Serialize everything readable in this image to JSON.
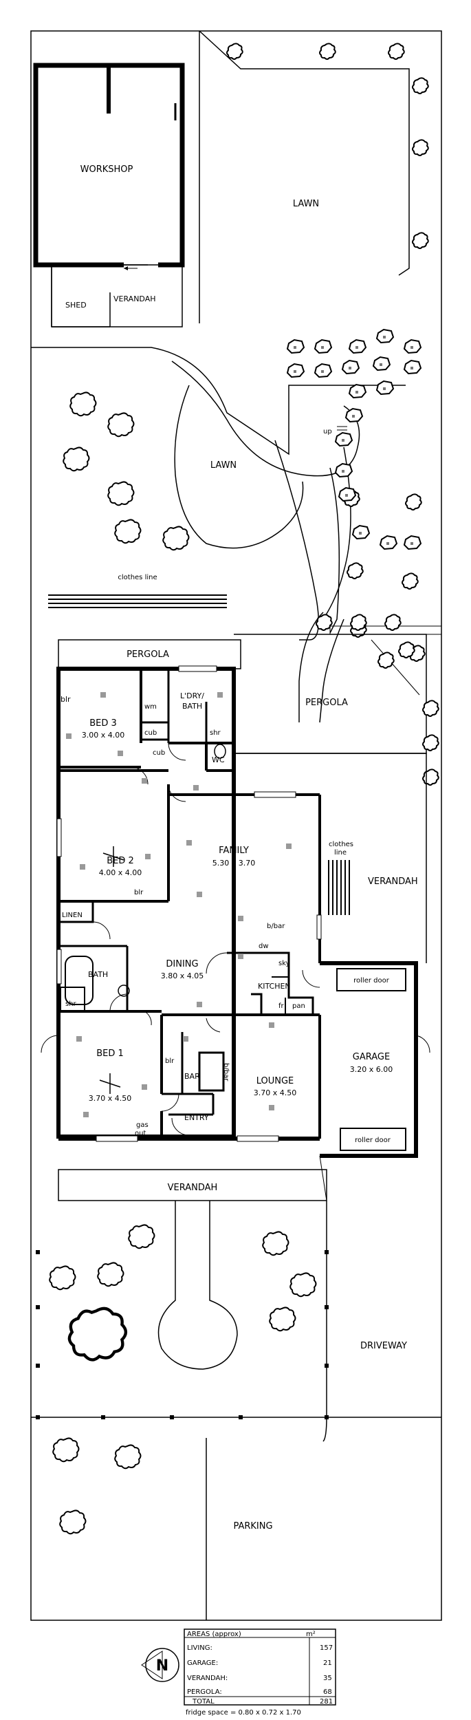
{
  "labels": {
    "workshop": "WORKSHOP",
    "lawn_top": "LAWN",
    "verandah_rear": "VERANDAH",
    "shed": "SHED",
    "lawn_mid": "LAWN",
    "up": "up",
    "clothes_line_top": "clothes\nline",
    "pergola_rear": "PERGOLA",
    "pergola_right": "PERGOLA",
    "bed3": "BED 3",
    "bed3_dim": "3.00 x 4.00",
    "ldry_bath": "L'DRY/\nBATH",
    "blr_bed3": "blr",
    "wm": "wm",
    "cub1": "cub",
    "cub2": "cub",
    "shr_ldry": "shr",
    "wc": "WC",
    "bed2": "BED 2",
    "bed2_dim": "4.00 x 4.00",
    "blr_bed2": "blr",
    "family": "FAMILY",
    "family_dim": "5.30 x 3.70",
    "clothes_line_side": "clothes\nline",
    "verandah_side": "VERANDAH",
    "linen": "LINEN",
    "bbar": "b/bar",
    "dw": "dw",
    "sky": "sky",
    "bath": "BATH",
    "dining": "DINING",
    "dining_dim": "3.80 x 4.05",
    "kitchen": "KITCHEN",
    "shr_bath": "shr",
    "fr": "fr",
    "pan": "pan",
    "roller_door_top": "roller door",
    "garage": "GARAGE",
    "garage_dim": "3.20 x 6.00",
    "roller_door_bottom": "roller door",
    "bed1": "BED 1",
    "bed1_dim": "3.70 x 4.50",
    "blr_bed1": "blr",
    "bar": "BAR",
    "bbar2": "b/bar",
    "lounge": "LOUNGE",
    "lounge_dim": "3.70 x 4.50",
    "gas_out": "gas\nout",
    "entry": "ENTRY",
    "verandah_front": "VERANDAH",
    "driveway": "DRIVEWAY",
    "parking": "PARKING"
  },
  "areas": {
    "header": "AREAS (approx)",
    "unit": "m²",
    "rows": [
      {
        "label": "LIVING:",
        "value": "157"
      },
      {
        "label": "GARAGE:",
        "value": "21"
      },
      {
        "label": "VERANDAH:",
        "value": "35"
      },
      {
        "label": "PERGOLA:",
        "value": "68"
      }
    ],
    "total_label": "TOTAL",
    "total_value": "281"
  },
  "fridge_note": "fridge space = 0.80 x 0.72 x 1.70",
  "compass_letter": "N"
}
